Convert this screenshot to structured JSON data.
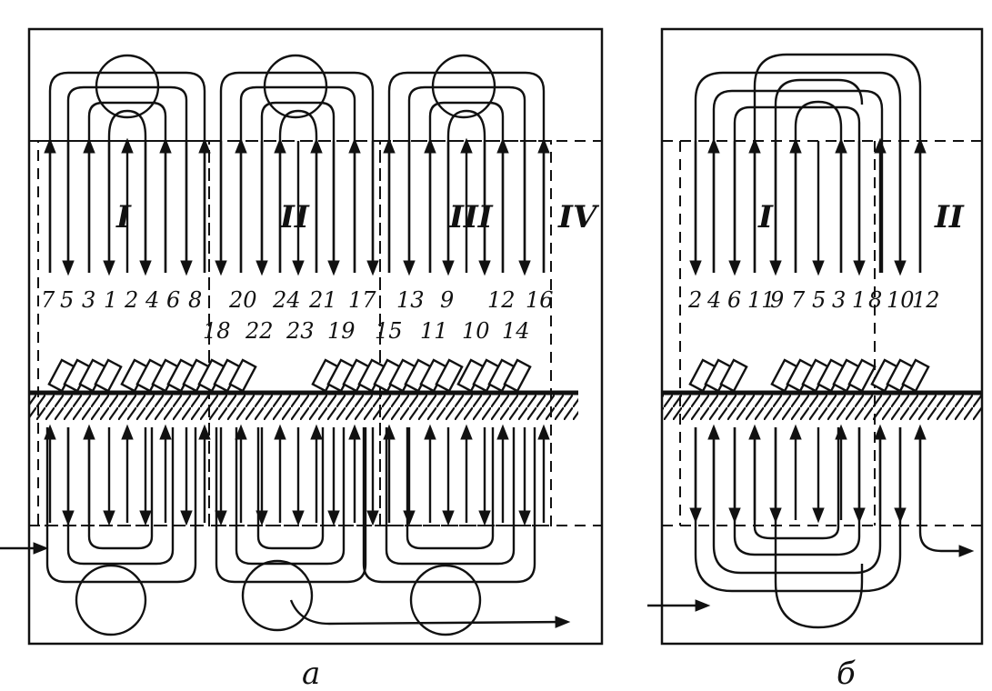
{
  "panel_a": {
    "caption": "а",
    "groups": [
      "I",
      "II",
      "III",
      "IV"
    ],
    "labels_top": [
      "7",
      "5",
      "3",
      "1",
      "2",
      "4",
      "6",
      "8",
      "20",
      "24",
      "21",
      "17",
      "13",
      "9",
      "12",
      "16"
    ],
    "labels_bottom": [
      "18",
      "22",
      "23",
      "19",
      "15",
      "11",
      "10",
      "14"
    ]
  },
  "panel_b": {
    "caption": "б",
    "groups": [
      "I",
      "II"
    ],
    "labels": [
      "2",
      "4",
      "6",
      "11",
      "9",
      "7",
      "5",
      "3",
      "1",
      "8",
      "10",
      "12"
    ]
  }
}
